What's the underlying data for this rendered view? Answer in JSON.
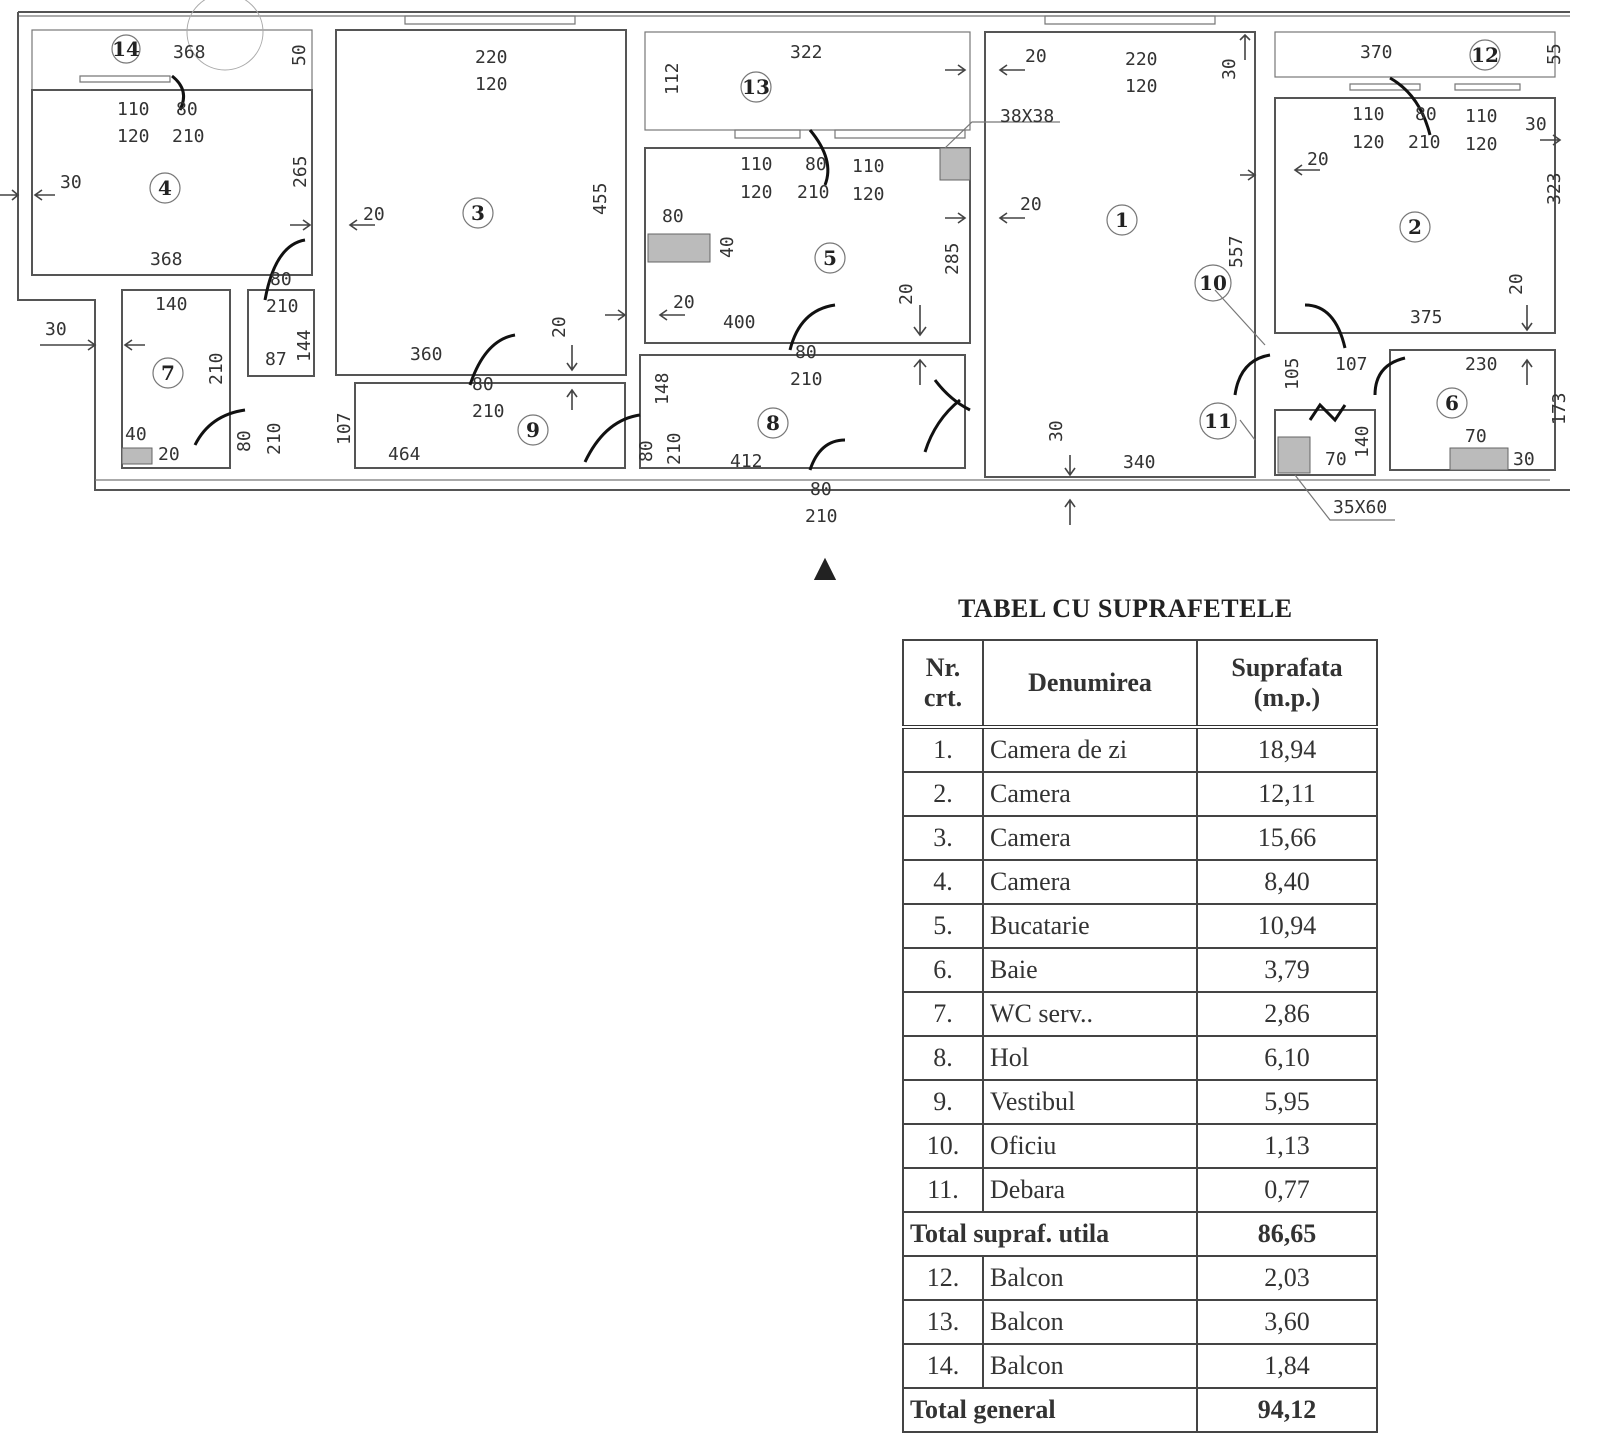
{
  "plan": {
    "room_numbers": [
      "1",
      "2",
      "3",
      "4",
      "5",
      "6",
      "7",
      "8",
      "9",
      "10",
      "11",
      "12",
      "13",
      "14"
    ],
    "dims": {
      "r14_w": "368",
      "r14_d": "50",
      "r4_win_w": "110",
      "r4_win_h": "120",
      "r4_door_w": "80",
      "r4_door_h": "210",
      "r4_h": "265",
      "r4_bottom": "368",
      "r4_left": "30",
      "r3_win_w": "220",
      "r3_win_h": "120",
      "r3_h": "455",
      "r3_arrow": "20",
      "r3_bottom": "360",
      "r13_w": "322",
      "r13_d": "112",
      "r5_win1_w": "110",
      "r5_win1_h": "120",
      "r5_door_w": "80",
      "r5_door_h": "210",
      "r5_win2_w": "110",
      "r5_win2_h": "120",
      "r5_hatch_w": "80",
      "r5_hatch_h": "40",
      "r5_h": "285",
      "r5_arrow": "20",
      "r5_bottom": "400",
      "r5_arrow2": "20",
      "r5_arrow3": "20",
      "vent": "38X38",
      "r1_win_w": "220",
      "r1_win_h": "120",
      "r1_arrow_top": "20",
      "r1_arrow_mid": "20",
      "r1_h": "557",
      "r1_right": "30",
      "r1_bottom": "340",
      "r1_arrow_bot": "30",
      "r12_w": "370",
      "r12_d": "55",
      "r2_win1_w": "110",
      "r2_win1_h": "120",
      "r2_door_w": "80",
      "r2_door_h": "210",
      "r2_win2_w": "110",
      "r2_win2_h": "120",
      "r2_right": "30",
      "r2_h": "323",
      "r2_arrow": "20",
      "r2_arrow2": "20",
      "r2_bottom": "375",
      "r10_h": "105",
      "r10_w": "107",
      "r6_w": "230",
      "r6_h": "173",
      "r6_hatch": "70",
      "r6_hatch_h": "30",
      "r11_hatch": "70",
      "r11_h": "140",
      "hatch35": "35X60",
      "r7_w": "140",
      "r7_h": "210",
      "r7_hatch": "40",
      "r7_door": "20",
      "r7_left": "30",
      "wc_door_w": "80",
      "wc_door_h": "210",
      "wc_small_w": "87",
      "wc_small_h": "144",
      "r9_door_w": "80",
      "r9_door_h": "210",
      "r9_arrow": "20",
      "r9_h": "107",
      "r9_bottom": "464",
      "r8_h": "148",
      "r8_door_side": "80",
      "r8_door_side_h": "210",
      "r8_bottom": "412",
      "r8_top_door_w": "80",
      "r8_top_door_h": "210",
      "r9_side_door_w": "80",
      "r9_side_door_h": "210",
      "entry_w": "80",
      "entry_h": "210"
    }
  },
  "table": {
    "title": "TABEL CU SUPRAFETELE",
    "headers": {
      "nr": "Nr. crt.",
      "name": "Denumirea",
      "area": "Suprafata (m.p.)"
    },
    "rows": [
      {
        "nr": "1.",
        "name": "Camera de zi",
        "area": "18,94"
      },
      {
        "nr": "2.",
        "name": "Camera",
        "area": "12,11"
      },
      {
        "nr": "3.",
        "name": "Camera",
        "area": "15,66"
      },
      {
        "nr": "4.",
        "name": "Camera",
        "area": "8,40"
      },
      {
        "nr": "5.",
        "name": "Bucatarie",
        "area": "10,94"
      },
      {
        "nr": "6.",
        "name": "Baie",
        "area": "3,79"
      },
      {
        "nr": "7.",
        "name": "WC serv..",
        "area": "2,86"
      },
      {
        "nr": "8.",
        "name": "Hol",
        "area": "6,10"
      },
      {
        "nr": "9.",
        "name": "Vestibul",
        "area": "5,95"
      },
      {
        "nr": "10.",
        "name": "Oficiu",
        "area": "1,13"
      },
      {
        "nr": "11.",
        "name": "Debara",
        "area": "0,77"
      }
    ],
    "subtotal": {
      "label": "Total supraf. utila",
      "area": "86,65"
    },
    "balconies": [
      {
        "nr": "12.",
        "name": "Balcon",
        "area": "2,03"
      },
      {
        "nr": "13.",
        "name": "Balcon",
        "area": "3,60"
      },
      {
        "nr": "14.",
        "name": "Balcon",
        "area": "1,84"
      }
    ],
    "total": {
      "label": "Total general",
      "area": "94,12"
    }
  }
}
